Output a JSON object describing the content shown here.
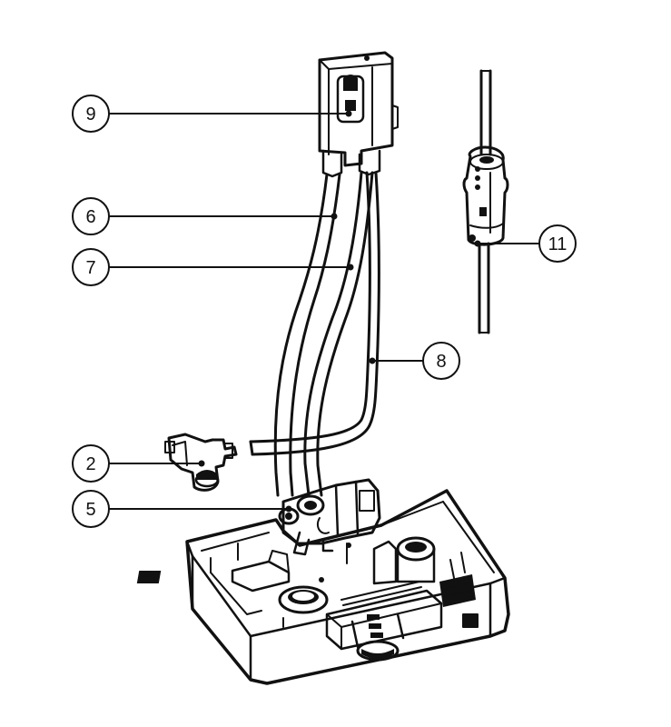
{
  "callouts": [
    {
      "id": "callout-9",
      "label": "9"
    },
    {
      "id": "callout-6",
      "label": "6"
    },
    {
      "id": "callout-7",
      "label": "7"
    },
    {
      "id": "callout-8",
      "label": "8"
    },
    {
      "id": "callout-11",
      "label": "11"
    },
    {
      "id": "callout-2",
      "label": "2"
    },
    {
      "id": "callout-5",
      "label": "5"
    }
  ],
  "colors": {
    "ink": "#111111",
    "background": "#ffffff",
    "fill_light": "#ffffff",
    "fill_dark": "#111111"
  }
}
